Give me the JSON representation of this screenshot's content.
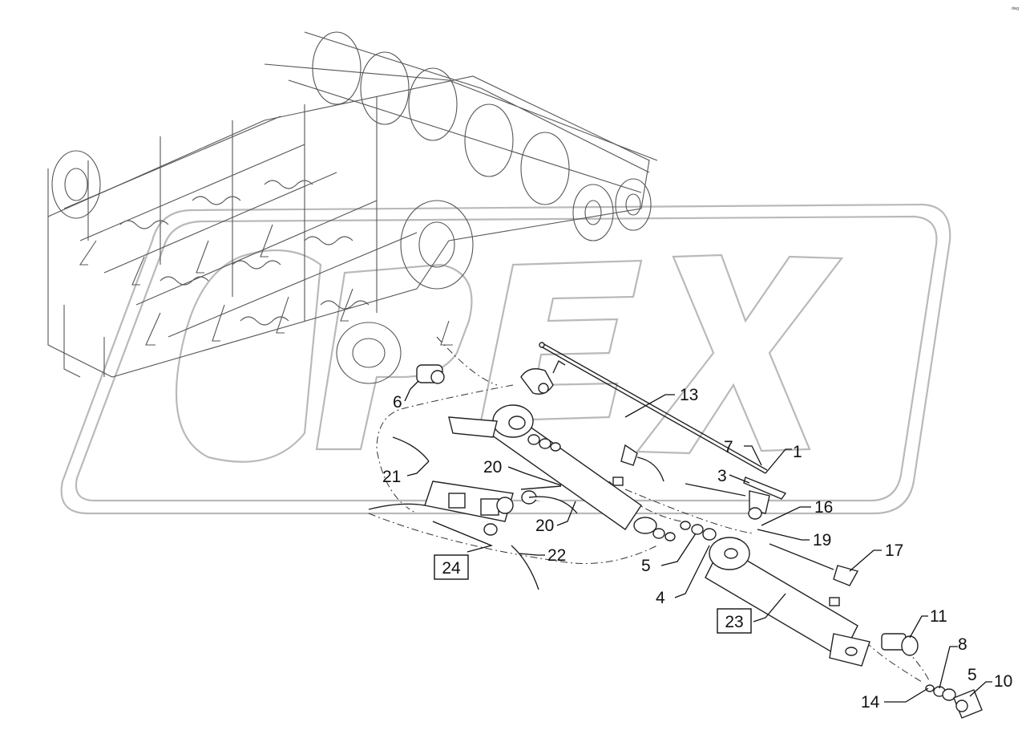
{
  "corner_mark": "dwg",
  "watermark": "OPEX",
  "callouts": [
    {
      "id": "c1",
      "label": "1"
    },
    {
      "id": "c3",
      "label": "3"
    },
    {
      "id": "c4",
      "label": "4"
    },
    {
      "id": "c5a",
      "label": "5"
    },
    {
      "id": "c5b",
      "label": "5"
    },
    {
      "id": "c6",
      "label": "6"
    },
    {
      "id": "c7",
      "label": "7"
    },
    {
      "id": "c8",
      "label": "8"
    },
    {
      "id": "c10",
      "label": "10"
    },
    {
      "id": "c11",
      "label": "11"
    },
    {
      "id": "c13",
      "label": "13"
    },
    {
      "id": "c14",
      "label": "14"
    },
    {
      "id": "c16",
      "label": "16"
    },
    {
      "id": "c17",
      "label": "17"
    },
    {
      "id": "c19",
      "label": "19"
    },
    {
      "id": "c20a",
      "label": "20"
    },
    {
      "id": "c20b",
      "label": "20"
    },
    {
      "id": "c21",
      "label": "21"
    },
    {
      "id": "c22",
      "label": "22"
    }
  ],
  "boxed_callouts": [
    {
      "id": "b23",
      "label": "23"
    },
    {
      "id": "b24",
      "label": "24"
    }
  ]
}
